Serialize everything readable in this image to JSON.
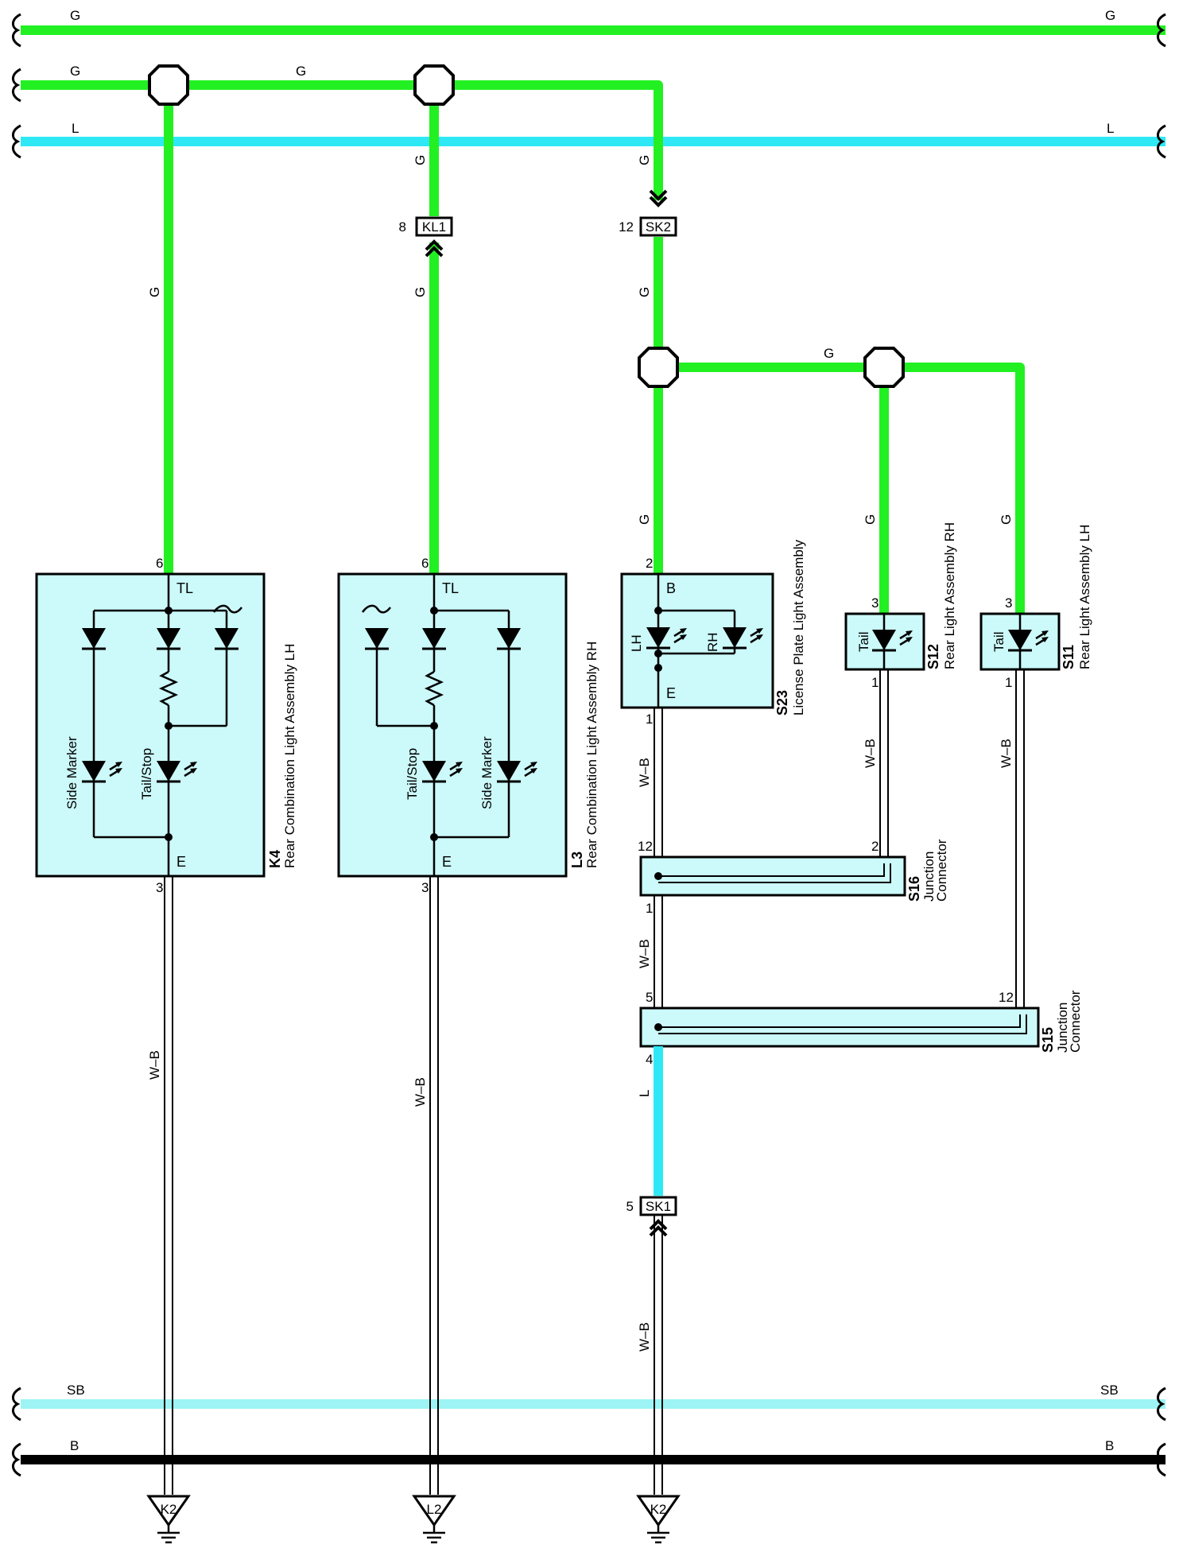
{
  "colors": {
    "G": "#22f022",
    "L": "#2ee8f5",
    "SB": "#9ef4f4",
    "B": "#000000",
    "box_fill": "#ccf9f9",
    "WB": "#000000"
  },
  "bus": {
    "g_top_left": "G",
    "g_top_right": "G",
    "g_second_left": "G",
    "g_second_mid": "G",
    "l_left": "L",
    "l_right": "L",
    "sb_left": "SB",
    "sb_right": "SB",
    "b_left": "B",
    "b_right": "B"
  },
  "wires": {
    "g1": "G",
    "g2": "G",
    "g3": "G",
    "g4": "G",
    "g5": "G",
    "g6": "G",
    "g7": "G",
    "g8": "G",
    "g9": "G",
    "wb1": "W–B",
    "wb2": "W–B",
    "wb3": "W–B",
    "wb4": "W–B",
    "wb5": "W–B",
    "wb6": "W–B",
    "wb7": "W–B",
    "l1": "L"
  },
  "connectors": {
    "kl1": {
      "name": "KL1",
      "pin": "8"
    },
    "sk2": {
      "name": "SK2",
      "pin": "12"
    },
    "sk1": {
      "name": "SK1",
      "pin": "5"
    }
  },
  "components": {
    "k4": {
      "code": "K4",
      "title": "Rear Combination Light Assembly LH",
      "pin_top": "6",
      "pin_bottom": "3",
      "tl": "TL",
      "e": "E",
      "side_marker": "Side Marker",
      "tail_stop": "Tail/Stop"
    },
    "l3": {
      "code": "L3",
      "title": "Rear Combination Light Assembly RH",
      "pin_top": "6",
      "pin_bottom": "3",
      "tl": "TL",
      "e": "E",
      "side_marker": "Side Marker",
      "tail_stop": "Tail/Stop"
    },
    "s23": {
      "code": "S23",
      "title": "License Plate Light Assembly",
      "pin_top": "2",
      "pin_bottom": "1",
      "b": "B",
      "e": "E",
      "lh": "LH",
      "rh": "RH"
    },
    "s12": {
      "code": "S12",
      "title": "Rear Light Assembly RH",
      "pin_top": "3",
      "pin_bottom": "1",
      "tail": "Tail"
    },
    "s11": {
      "code": "S11",
      "title": "Rear Light Assembly LH",
      "pin_top": "3",
      "pin_bottom": "1",
      "tail": "Tail"
    },
    "s16": {
      "code": "S16",
      "title1": "Junction",
      "title2": "Connector",
      "pin_a": "12",
      "pin_b": "2",
      "pin_c": "1"
    },
    "s15": {
      "code": "S15",
      "title1": "Junction",
      "title2": "Connector",
      "pin_a": "5",
      "pin_b": "12",
      "pin_c": "4"
    }
  },
  "grounds": {
    "g_k4": "K2",
    "g_l3": "L2",
    "g_sk": "K2"
  }
}
